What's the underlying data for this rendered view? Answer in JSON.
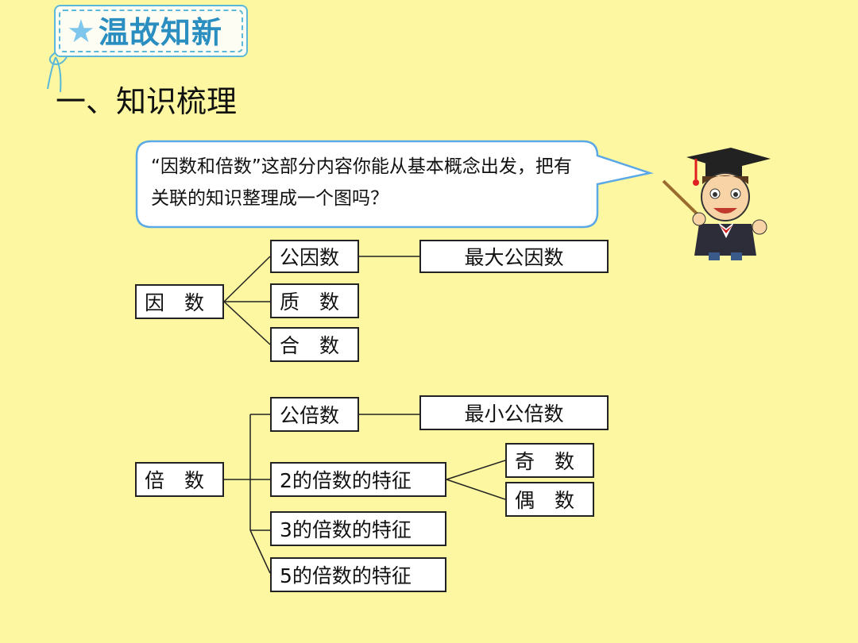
{
  "badge": {
    "text": "温故知新",
    "star_icon": "star-icon",
    "color": "#2a8ec0"
  },
  "section_title": "一、知识梳理",
  "bubble": {
    "text": "“因数和倍数”这部分内容你能从基本概念出发，把有关联的知识整理成一个图吗？"
  },
  "factor_tree": {
    "root": "因　数",
    "children": [
      "公因数",
      "质　数",
      "合　数"
    ],
    "extension": "最大公因数"
  },
  "multiple_tree": {
    "root": "倍　数",
    "children": [
      "公倍数",
      "2的倍数的特征",
      "3的倍数的特征",
      "5的倍数的特征"
    ],
    "extension": "最小公倍数",
    "sub_children": [
      "奇　数",
      "偶　数"
    ]
  }
}
